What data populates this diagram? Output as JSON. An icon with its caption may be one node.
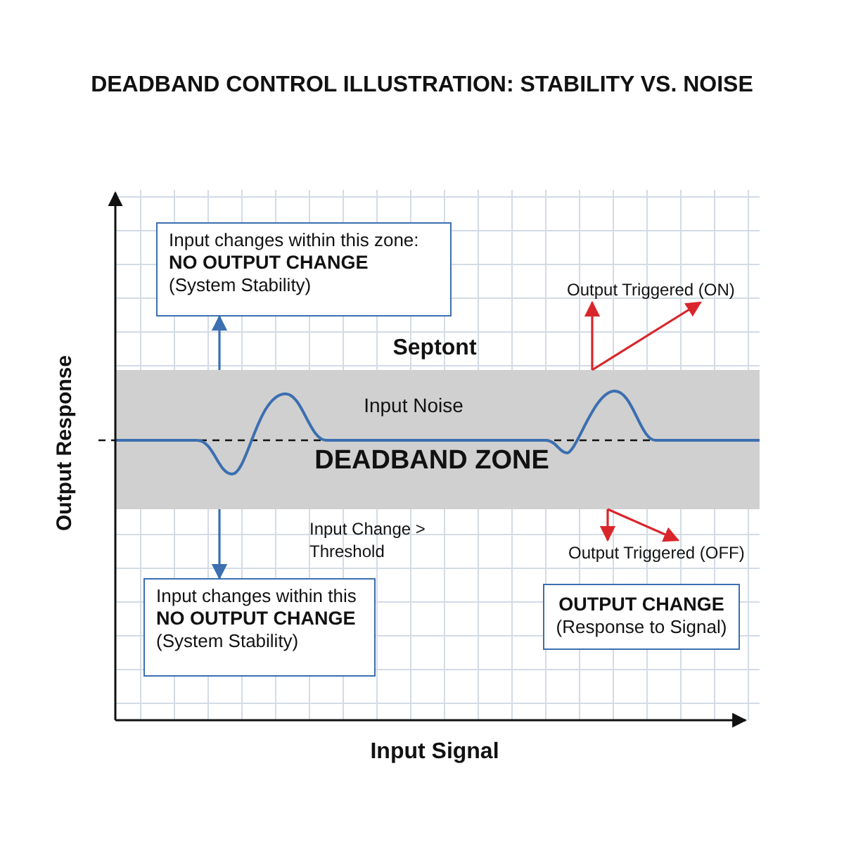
{
  "diagram": {
    "title": "DEADBAND CONTROL ILLUSTRATION: STABILITY VS. NOISE",
    "nodes": [
      {
        "text": [
          "Input changes within this zone:",
          "NO OUTPUT CHANGE",
          "(System Stability)"
        ]
      },
      {
        "text": [
          "Input Noise",
          "DEADBAND ZONE"
        ]
      },
      {
        "text": [
          "Input changes within this",
          "NO OUTPUT CHANGE",
          "(System Stability)"
        ]
      },
      {
        "text": [
          "Output Triggered (ON)"
        ]
      },
      {
        "text": [
          "Output Triggered (OFF)"
        ]
      },
      {
        "text": [
          "OUTPUT CHANGE",
          "(Response to Signal)"
        ]
      }
    ],
    "edges": [
      {
        "from": 1,
        "to": 0,
        "arrow": "to",
        "color": "#3b6fb0"
      },
      {
        "from": 1,
        "to": 3,
        "arrow": "to",
        "color": "#d9262b"
      },
      {
        "from": 1,
        "to": 3,
        "arrow": "to",
        "color": "#d9262b"
      },
      {
        "from": 1,
        "to": 2,
        "arrow": "to",
        "color": "#3b6fb0"
      },
      {
        "from": 1,
        "to": 4,
        "arrow": "to",
        "color": "#d9262b"
      },
      {
        "from": 1,
        "to": 4,
        "arrow": "to",
        "color": "#d9262b"
      }
    ],
    "labels": [
      "Septont",
      "Input Change > Threshold",
      "Output Response",
      "Input Signal"
    ]
  }
}
